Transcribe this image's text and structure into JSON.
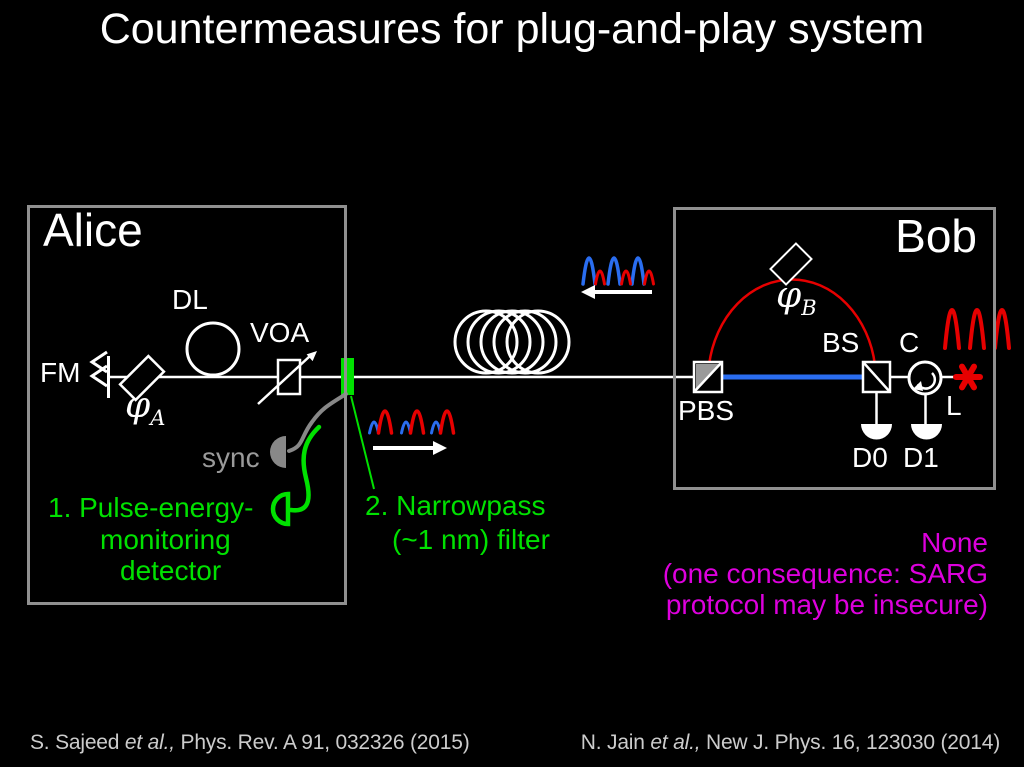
{
  "title": "Countermeasures for plug-and-play system",
  "colors": {
    "background": "#000000",
    "green_accent": "#00e100",
    "magenta_accent": "#dd00dd",
    "red_signal": "#e60000",
    "blue_signal": "#2a6df0",
    "box_border": "#909090"
  },
  "alice": {
    "label": "Alice",
    "fm_label": "FM",
    "phase_symbol": "φ",
    "phase_sub": "A",
    "dl_label": "DL",
    "voa_label": "VOA",
    "sync_label": "sync"
  },
  "bob": {
    "label": "Bob",
    "pbs_label": "PBS",
    "phase_symbol": "φ",
    "phase_sub": "B",
    "bs_label": "BS",
    "circulator_label": "C",
    "laser_label": "L",
    "d0_label": "D0",
    "d1_label": "D1"
  },
  "countermeasures": {
    "one": {
      "lines": [
        "1. Pulse-energy-",
        "monitoring",
        "detector"
      ]
    },
    "two": {
      "lines": [
        "2. Narrowpass",
        "(~1 nm) filter"
      ]
    },
    "none": {
      "lines": [
        "None",
        "(one consequence: SARG",
        "protocol may be insecure)"
      ]
    }
  },
  "citations": {
    "left": {
      "pre": "S. Sajeed ",
      "italic": "et al.,",
      "post": " Phys. Rev. A 91, 032326 (2015)"
    },
    "right": {
      "pre": "N. Jain ",
      "italic": "et al.,",
      "post": " New J. Phys. 16, 123030 (2014)"
    }
  }
}
